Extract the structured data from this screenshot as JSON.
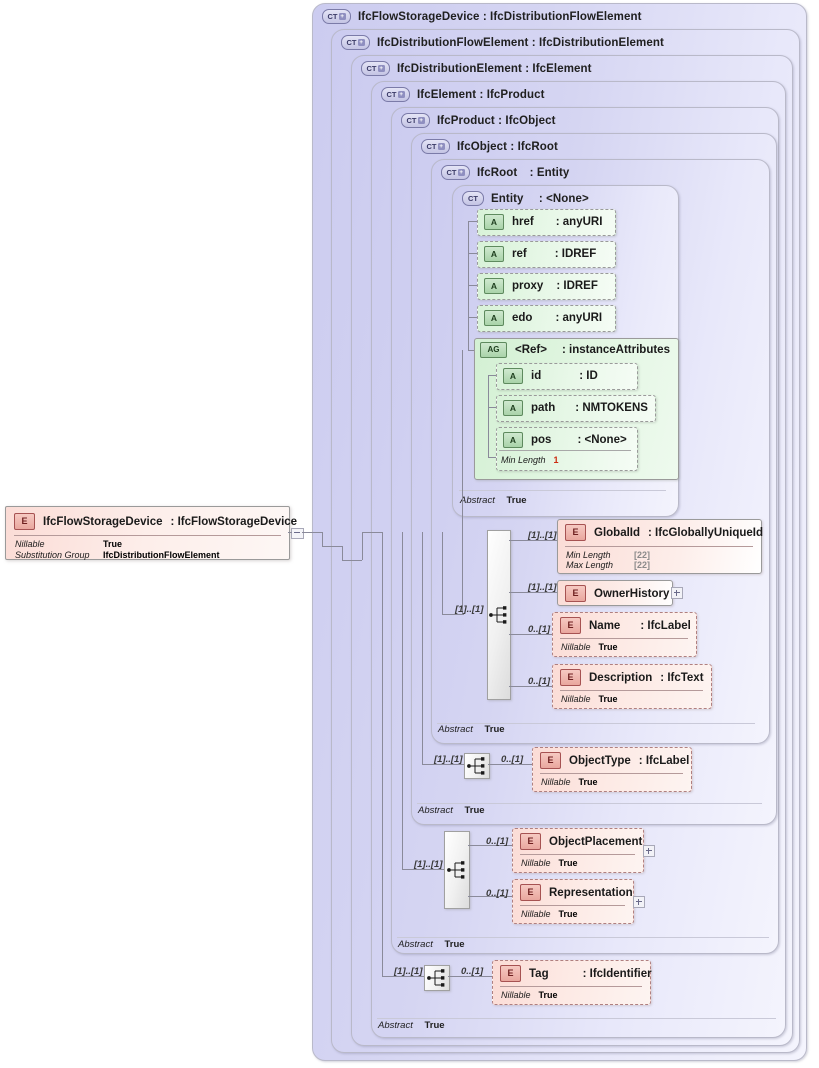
{
  "diagram": {
    "title": "IfcFlowStorageDevice XSD schema diagram",
    "root_element": {
      "icon": "element-icon",
      "name": "IfcFlowStorageDevice",
      "sep": ":",
      "type": "IfcFlowStorageDevice",
      "facets": [
        {
          "key": "Nillable",
          "value": "True"
        },
        {
          "key": "Substitution Group",
          "value": "IfcDistributionFlowElement"
        }
      ]
    },
    "complex_types": [
      {
        "icon": "complextype-icon",
        "name": "IfcFlowStorageDevice",
        "sep": ":",
        "base": "IfcDistributionFlowElement"
      },
      {
        "icon": "complextype-icon",
        "name": "IfcDistributionFlowElement",
        "sep": ":",
        "base": "IfcDistributionElement"
      },
      {
        "icon": "complextype-icon",
        "name": "IfcDistributionElement",
        "sep": ":",
        "base": "IfcElement"
      },
      {
        "icon": "complextype-icon",
        "name": "IfcElement",
        "sep": ":",
        "base": "IfcProduct"
      },
      {
        "icon": "complextype-icon",
        "name": "IfcProduct",
        "sep": ":",
        "base": "IfcObject"
      },
      {
        "icon": "complextype-icon",
        "name": "IfcObject",
        "sep": ":",
        "base": "IfcRoot"
      },
      {
        "icon": "complextype-icon",
        "name": "IfcRoot",
        "sep": ":",
        "base": "Entity"
      },
      {
        "icon": "complextype-icon",
        "name": "Entity",
        "sep": ":",
        "base": "<None>"
      }
    ],
    "attributes": [
      {
        "icon": "attribute-icon",
        "name": "href",
        "sep": ":",
        "type": "anyURI"
      },
      {
        "icon": "attribute-icon",
        "name": "ref",
        "sep": ":",
        "type": "IDREF"
      },
      {
        "icon": "attribute-icon",
        "name": "proxy",
        "sep": ":",
        "type": "IDREF"
      },
      {
        "icon": "attribute-icon",
        "name": "edo",
        "sep": ":",
        "type": "anyURI"
      }
    ],
    "attribute_group": {
      "icon": "attributegroup-icon",
      "name": "<Ref>",
      "sep": ":",
      "type": "instanceAttributes",
      "attributes": [
        {
          "icon": "attribute-icon",
          "name": "id",
          "sep": ":",
          "type": "ID",
          "facets": []
        },
        {
          "icon": "attribute-icon",
          "name": "path",
          "sep": ":",
          "type": "NMTOKENS",
          "facets": []
        },
        {
          "icon": "attribute-icon",
          "name": "pos",
          "sep": ":",
          "type": "<None>",
          "facets": [
            {
              "key": "Min Length",
              "value": "1"
            }
          ]
        }
      ]
    },
    "elements": [
      {
        "icon": "element-icon",
        "name": "GlobalId",
        "sep": ":",
        "type": "IfcGloballyUniqueId",
        "cardinality": "[1]..[1]",
        "optional": false,
        "expandable": false,
        "facets": [
          {
            "key": "Min Length",
            "value": "[22]"
          },
          {
            "key": "Max Length",
            "value": "[22]"
          }
        ]
      },
      {
        "icon": "element-icon",
        "name": "OwnerHistory",
        "sep": "",
        "type": "",
        "cardinality": "[1]..[1]",
        "optional": false,
        "expandable": true,
        "facets": []
      },
      {
        "icon": "element-icon",
        "name": "Name",
        "sep": ":",
        "type": "IfcLabel",
        "cardinality": "0..[1]",
        "optional": true,
        "expandable": false,
        "facets": [
          {
            "key": "Nillable",
            "value": "True"
          }
        ]
      },
      {
        "icon": "element-icon",
        "name": "Description",
        "sep": ":",
        "type": "IfcText",
        "cardinality": "0..[1]",
        "optional": true,
        "expandable": false,
        "facets": [
          {
            "key": "Nillable",
            "value": "True"
          }
        ]
      },
      {
        "icon": "element-icon",
        "name": "ObjectType",
        "sep": ":",
        "type": "IfcLabel",
        "cardinality": "0..[1]",
        "optional": true,
        "expandable": false,
        "facets": [
          {
            "key": "Nillable",
            "value": "True"
          }
        ]
      },
      {
        "icon": "element-icon",
        "name": "ObjectPlacement",
        "sep": "",
        "type": "",
        "cardinality": "0..[1]",
        "optional": true,
        "expandable": true,
        "facets": [
          {
            "key": "Nillable",
            "value": "True"
          }
        ]
      },
      {
        "icon": "element-icon",
        "name": "Representation",
        "sep": "",
        "type": "",
        "cardinality": "0..[1]",
        "optional": true,
        "expandable": true,
        "facets": [
          {
            "key": "Nillable",
            "value": "True"
          }
        ]
      },
      {
        "icon": "element-icon",
        "name": "Tag",
        "sep": ":",
        "type": "IfcIdentifier",
        "cardinality": "0..[1]",
        "optional": true,
        "expandable": false,
        "facets": [
          {
            "key": "Nillable",
            "value": "True"
          }
        ]
      }
    ],
    "compositors": [
      {
        "icon": "sequence-icon",
        "cardinality": "[1]..[1]"
      },
      {
        "icon": "sequence-icon",
        "cardinality": "[1]..[1]"
      },
      {
        "icon": "sequence-icon",
        "cardinality": "[1]..[1]"
      },
      {
        "icon": "sequence-icon",
        "cardinality": "[1]..[1]"
      }
    ],
    "abstract_footers": [
      {
        "key": "Abstract",
        "value": "True"
      },
      {
        "key": "Abstract",
        "value": "True"
      },
      {
        "key": "Abstract",
        "value": "True"
      },
      {
        "key": "Abstract",
        "value": "True"
      },
      {
        "key": "Abstract",
        "value": "True"
      }
    ],
    "icon_labels": {
      "complextype": "CT",
      "attribute": "A",
      "attributegroup": "AG",
      "element": "E",
      "plus": "+"
    },
    "colors": {
      "container_fill": "#d5d5f2",
      "attribute_fill": "#e1f5e1",
      "element_fill": "#fbdcd6",
      "facet_red": "#cc2b11",
      "facet_gray": "#8a8a8a"
    }
  }
}
